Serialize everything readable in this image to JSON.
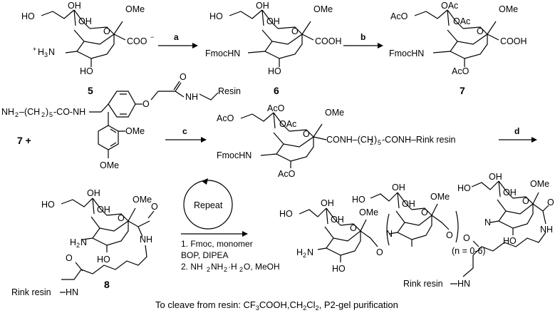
{
  "compounds": {
    "c5": {
      "number": "5"
    },
    "c6": {
      "number": "6"
    },
    "c7": {
      "number": "7"
    },
    "c8": {
      "number": "8"
    }
  },
  "steps": {
    "a": "a",
    "b": "b",
    "c": "c",
    "d": "d"
  },
  "labels": {
    "oh": "OH",
    "ho": "HO",
    "ome": "OMe",
    "oac": "OAc",
    "aco": "AcO",
    "coo_minus": "COO",
    "minus": "−",
    "h3n": "H",
    "h3n_sub": "3",
    "h3n_n": "N",
    "plus": "+",
    "o": "O",
    "cooh": "COOH",
    "fmochn": "FmocHN",
    "h2n": "H",
    "h2n_sub": "2",
    "h2n_n": "N",
    "nh": "NH",
    "hn": "HN",
    "n": "N",
    "resin": "Resin",
    "seven_plus": "7 +",
    "linker_nh2": "NH",
    "linker_nh2_sub": "2",
    "linker_mid": "–(CH",
    "linker_ch2_sub": "2",
    "linker_paren": ")",
    "linker_5": "5",
    "linker_tail": "-CO-NH",
    "conh_chain_a": "CONH–(CH",
    "conh_chain_b": "2",
    "conh_chain_c": ")",
    "conh_chain_d": "5",
    "conh_chain_e": "-CONH–Rink resin",
    "rink_resin_hn": "Rink resin",
    "repeat": "Repeat",
    "n_range": "(n = 0-6)"
  },
  "conditions": {
    "line1": "1. Fmoc, monomer",
    "line2": "BOP, DIPEA",
    "line3a": "2. NH",
    "line3b": "NH",
    "line3c": "·H",
    "line3d": "O, MeOH"
  },
  "footer": {
    "cleave_a": "To cleave from resin: CF",
    "cleave_b": "3",
    "cleave_c": "COOH,CH",
    "cleave_d": "2",
    "cleave_e": "Cl",
    "cleave_f": "2",
    "cleave_g": ", P2-gel purification"
  }
}
